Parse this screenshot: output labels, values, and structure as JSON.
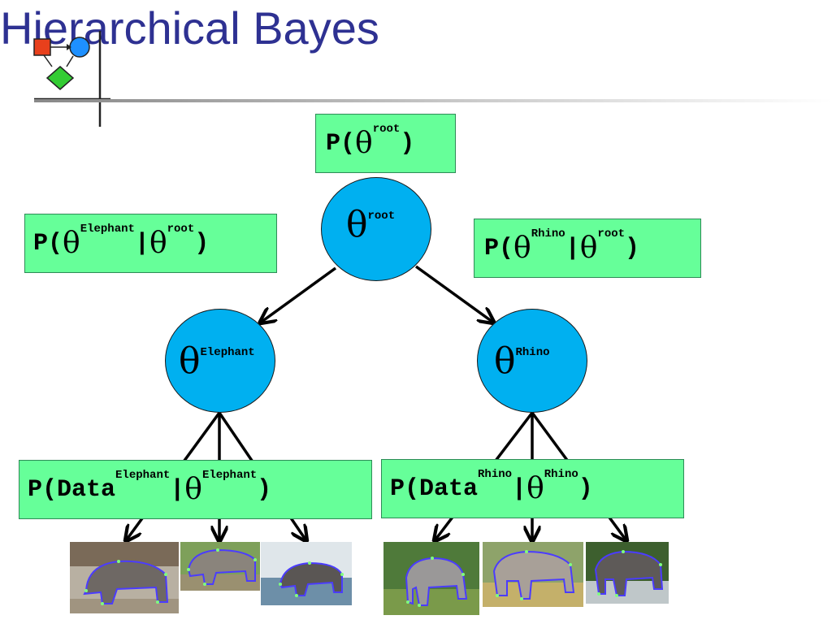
{
  "title": "Hierarchical Bayes",
  "colors": {
    "title": "#2e3192",
    "box_fill": "#66ff99",
    "node_fill": "#00b0f0",
    "logo_red": "#e8401c",
    "logo_blue": "#1e90ff",
    "logo_green": "#33cc33"
  },
  "symbols": {
    "theta": "θ",
    "bar": "|"
  },
  "boxes": {
    "prior_root": {
      "prefix": "P(",
      "sup": "root",
      "suffix": ")"
    },
    "cond_elephant": {
      "prefix": "P(",
      "sup1": "Elephant",
      "bar": "|",
      "sup2": "root",
      "suffix": ")"
    },
    "cond_rhino": {
      "prefix": "P(",
      "sup1": "Rhino",
      "bar": "|",
      "sup2": "root",
      "suffix": ")"
    },
    "data_elephant": {
      "prefix": "P(Data",
      "sup1": "Elephant",
      "bar": "|",
      "sup2": "Elephant",
      "suffix": ")"
    },
    "data_rhino": {
      "prefix": "P(Data",
      "sup1": "Rhino",
      "bar": "|",
      "sup2": "Rhino",
      "suffix": ")"
    }
  },
  "nodes": {
    "root": {
      "sup": "root"
    },
    "elephant": {
      "sup": "Elephant"
    },
    "rhino": {
      "sup": "Rhino"
    }
  },
  "photos": [
    "rhino-photo",
    "rhino-photo",
    "rhino-photo",
    "elephant-photo",
    "elephant-photo",
    "elephant-photo"
  ],
  "icons": [
    "hierarchy-logo-icon",
    "arrow-icon"
  ]
}
